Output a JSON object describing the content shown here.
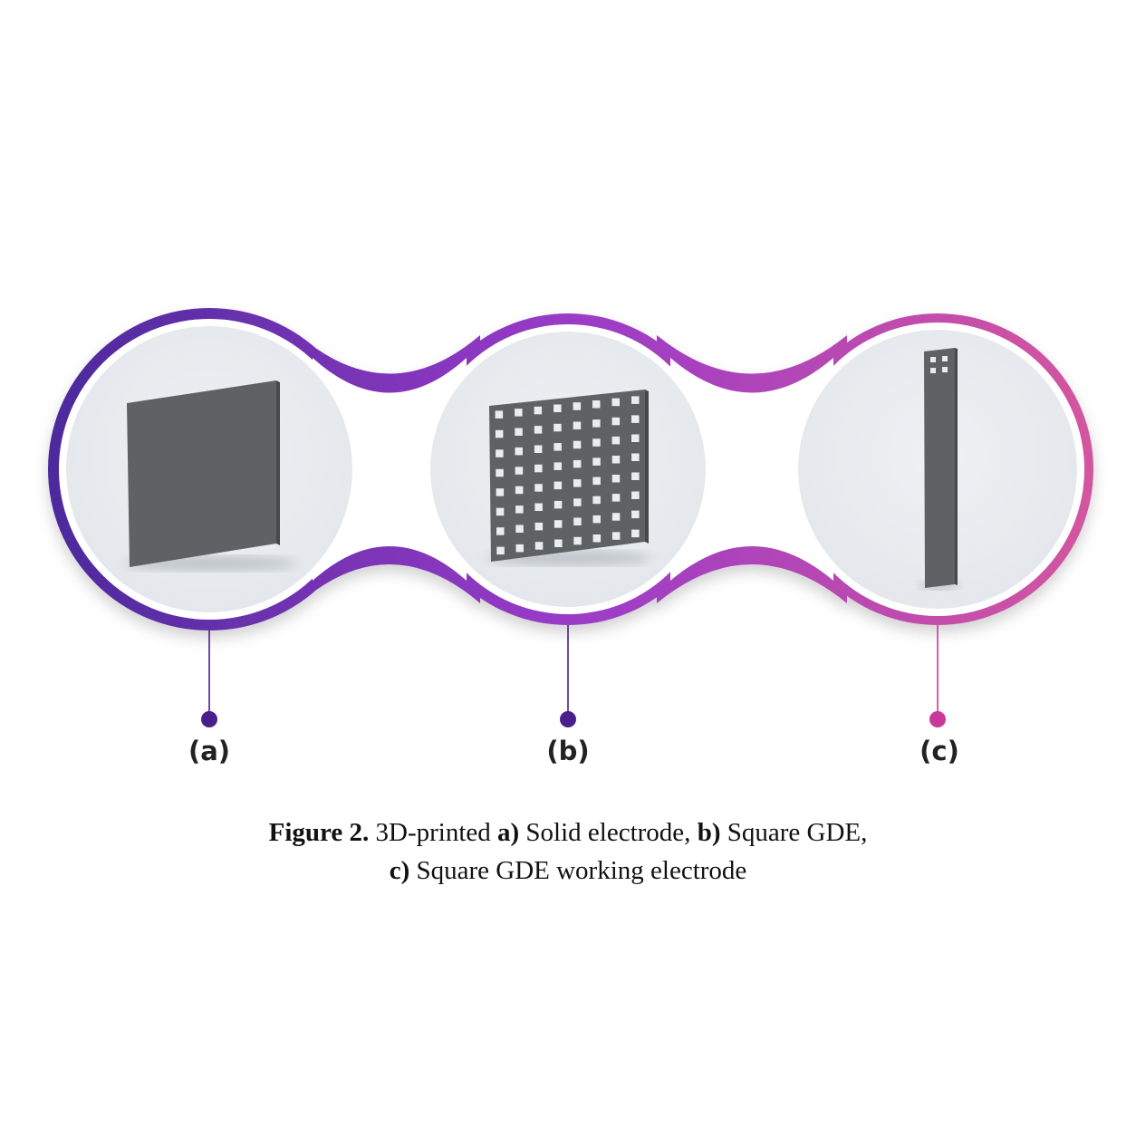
{
  "panels": [
    {
      "label": "(a)",
      "dot_color": "#4a1f8c"
    },
    {
      "label": "(b)",
      "dot_color": "#4a1f8c"
    },
    {
      "label": "(c)",
      "dot_color": "#c9389b"
    }
  ],
  "caption": {
    "figure_label": "Figure 2.",
    "intro": " 3D-printed ",
    "a_key": "a)",
    "a_text": " Solid electrode, ",
    "b_key": "b)",
    "b_text": " Square GDE,",
    "c_key": "c)",
    "c_text": " Square GDE working electrode"
  },
  "colors": {
    "gradient_start": "#4b2a9c",
    "gradient_mid": "#9a3bc8",
    "gradient_end": "#d4559f",
    "electrode": "#5f6264",
    "circle_bg": "#e3e7eb"
  }
}
